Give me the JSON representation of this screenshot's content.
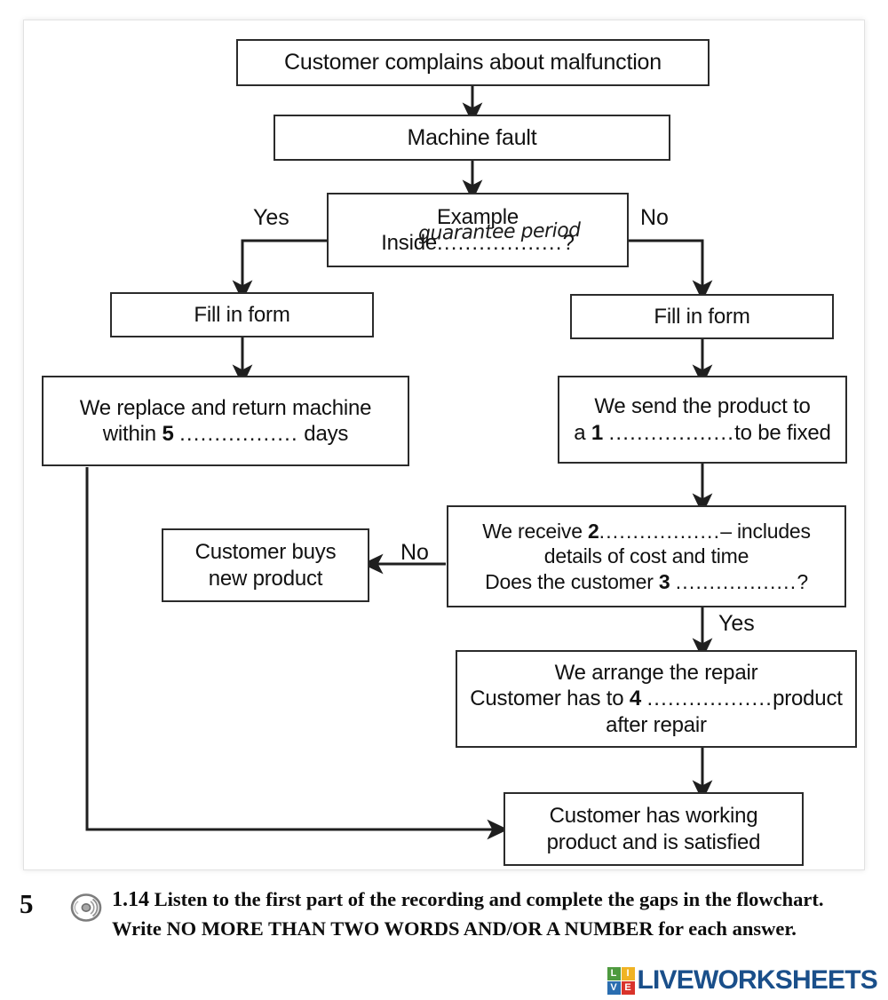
{
  "chart_data": {
    "type": "diagram",
    "title": "Customer complaint repair process flowchart",
    "nodes": [
      {
        "id": "start",
        "label": "Customer complains about malfunction"
      },
      {
        "id": "fault",
        "label": "Machine fault"
      },
      {
        "id": "decision",
        "label_line1": "Example",
        "label_line2_pre": "Inside",
        "label_line2_dots": "..................",
        "label_line2_post": "?",
        "answer": "guarantee period"
      },
      {
        "id": "form-left",
        "label": "Fill in form"
      },
      {
        "id": "form-right",
        "label": "Fill in form"
      },
      {
        "id": "replace",
        "line1": "We replace and return machine",
        "line2_pre": "within",
        "line2_num": "5",
        "line2_dots": ".................",
        "line2_post": "days"
      },
      {
        "id": "send",
        "line1": "We send the product to",
        "line2_pre": "a",
        "line2_num": "1",
        "line2_dots": "..................",
        "line2_post": "to be fixed"
      },
      {
        "id": "receive",
        "line1_pre": "We receive",
        "line1_num": "2",
        "line1_dots": "..................",
        "line1_post": "– includes",
        "line2": "details of cost and time",
        "line3_pre": "Does the customer",
        "line3_num": "3",
        "line3_dots": "..................",
        "line3_post": "?"
      },
      {
        "id": "buys-new",
        "line1": "Customer buys",
        "line2": "new product"
      },
      {
        "id": "arrange",
        "line1": "We arrange the repair",
        "line2_pre": "Customer has to",
        "line2_num": "4",
        "line2_dots": "..................",
        "line2_post": "product",
        "line3": "after repair"
      },
      {
        "id": "final",
        "line1": "Customer has working",
        "line2": "product and is satisfied"
      }
    ],
    "edges": [
      {
        "from": "start",
        "to": "fault",
        "label": ""
      },
      {
        "from": "fault",
        "to": "decision",
        "label": ""
      },
      {
        "from": "decision",
        "to": "form-left",
        "label": "Yes"
      },
      {
        "from": "decision",
        "to": "form-right",
        "label": "No"
      },
      {
        "from": "form-left",
        "to": "replace",
        "label": ""
      },
      {
        "from": "form-right",
        "to": "send",
        "label": ""
      },
      {
        "from": "send",
        "to": "receive",
        "label": ""
      },
      {
        "from": "receive",
        "to": "buys-new",
        "label": "No"
      },
      {
        "from": "receive",
        "to": "arrange",
        "label": "Yes"
      },
      {
        "from": "arrange",
        "to": "final",
        "label": ""
      },
      {
        "from": "replace",
        "to": "final",
        "label": ""
      }
    ],
    "branch_labels": {
      "yes_top": "Yes",
      "no_top": "No",
      "no_mid": "No",
      "yes_mid": "Yes"
    },
    "gap_numbers": [
      "1",
      "2",
      "3",
      "4",
      "5"
    ]
  },
  "flowchart": {
    "start_label": "Customer complains about malfunction",
    "fault_label": "Machine fault",
    "decision": {
      "example_label": "Example",
      "inside_label": "Inside",
      "dots": "..................",
      "question_mark": "?",
      "handwritten_answer": "guarantee period"
    },
    "form_left_label": "Fill in form",
    "form_right_label": "Fill in form",
    "replace": {
      "line1": "We replace and return machine",
      "within": "within",
      "num": "5",
      "dots": ".................",
      "days": "days"
    },
    "send": {
      "line1": "We send the product to",
      "a": "a",
      "num": "1",
      "dots": "..................",
      "tail": "to be fixed"
    },
    "receive": {
      "pre1": "We receive",
      "num1": "2",
      "dots1": "..................",
      "post1": "– includes",
      "line2": "details of cost and time",
      "pre3": "Does the customer",
      "num3": "3",
      "dots3": "..................",
      "post3": "?"
    },
    "buys_new": {
      "line1": "Customer buys",
      "line2": "new product"
    },
    "arrange": {
      "line1": "We arrange the repair",
      "pre2": "Customer has to",
      "num2": "4",
      "dots2": "..................",
      "post2": "product",
      "line3": "after repair"
    },
    "final": {
      "line1": "Customer has working",
      "line2": "product and is satisfied"
    },
    "labels": {
      "yes_top": "Yes",
      "no_top": "No",
      "no_mid": "No",
      "yes_mid": "Yes"
    }
  },
  "instructions": {
    "number": "5",
    "track": "1.14",
    "text_part1": "Listen to the first part of the recording and complete the gaps in the flowchart. Write ",
    "text_caps": "NO MORE THAN TWO WORDS AND/OR A NUMBER",
    "text_part2": " for each answer.",
    "audio_icon": "cd-disc-icon"
  },
  "logo": {
    "tiles": [
      "L",
      "I",
      "V",
      "E"
    ],
    "word": "LIVEWORKSHEETS",
    "colors": {
      "tile_l": "#4e9a3f",
      "tile_i": "#f0b323",
      "tile_v": "#2a6db0",
      "tile_e": "#d9332b",
      "word": "#1a4f8a"
    }
  }
}
